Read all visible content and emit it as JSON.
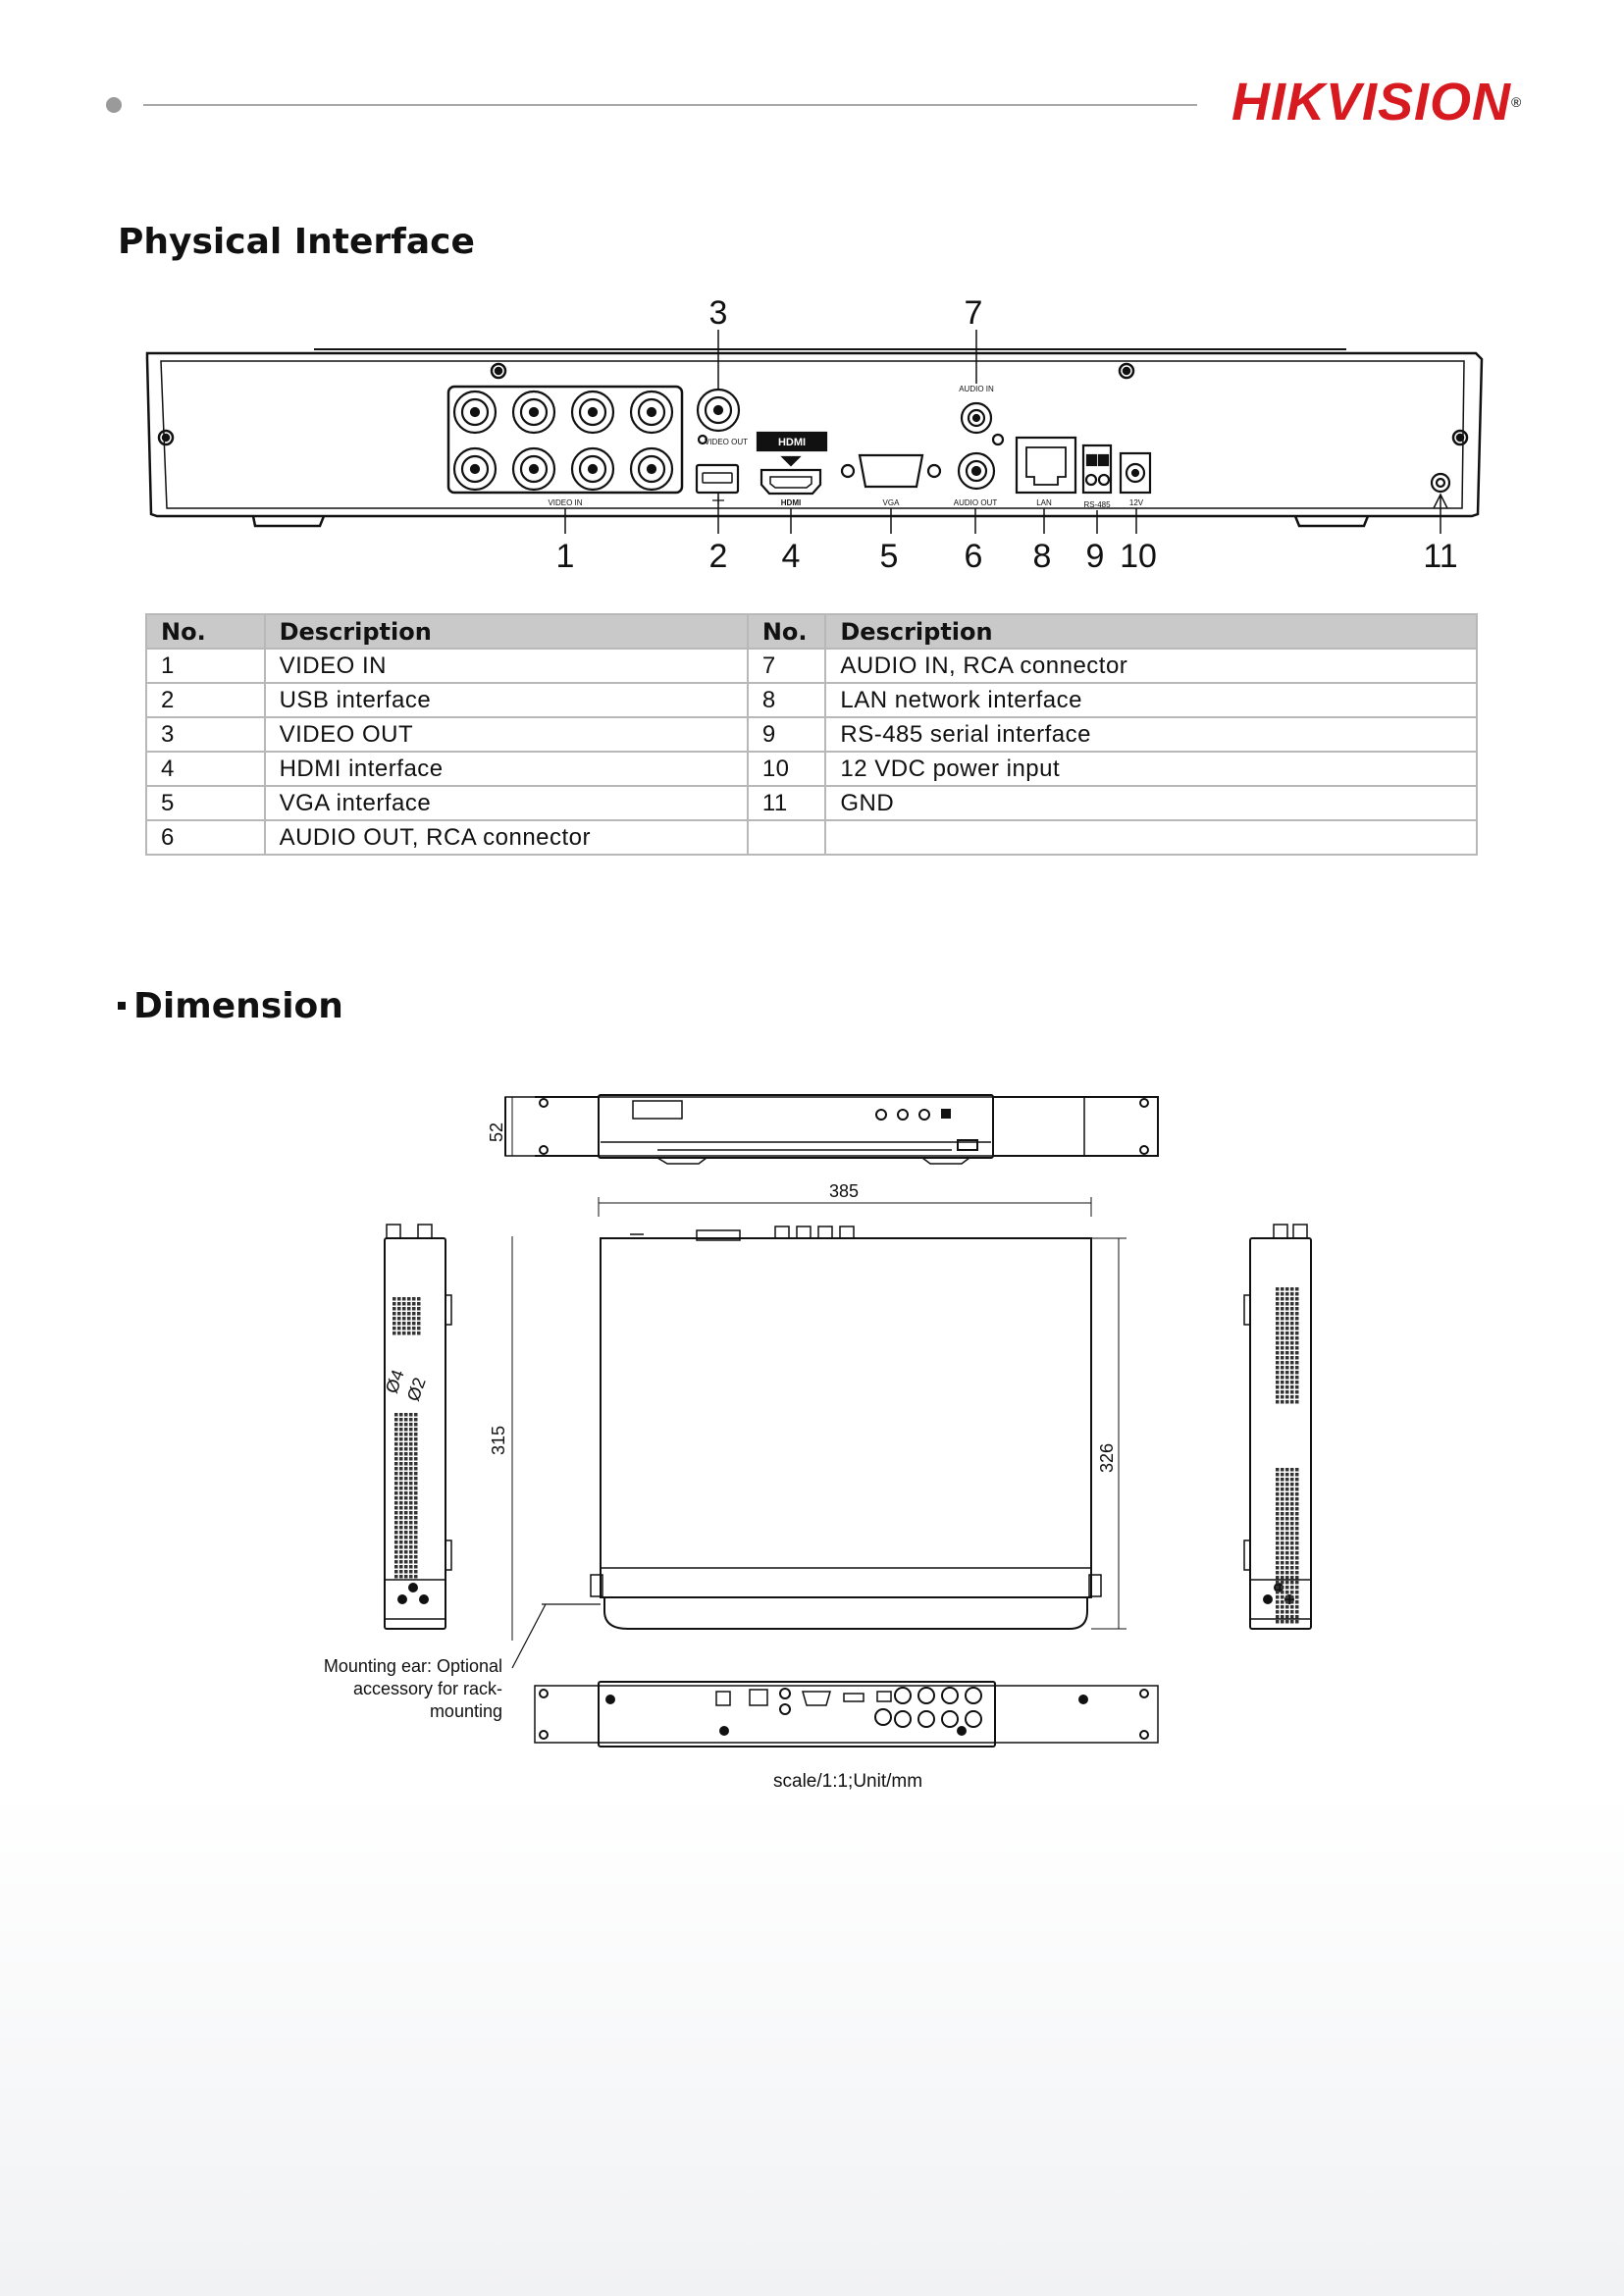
{
  "brand": {
    "logo_text": "HIKVISION"
  },
  "sections": {
    "physical_interface": "Physical Interface",
    "dimension": "Dimension"
  },
  "rear_panel": {
    "callouts": [
      "1",
      "2",
      "3",
      "4",
      "5",
      "6",
      "7",
      "8",
      "9",
      "10",
      "11"
    ],
    "port_labels": {
      "video_in": "VIDEO IN",
      "video_out": "VIDEO OUT",
      "usb_glyph": "usb-icon",
      "hdmi_logo": "HDMI",
      "hdmi_port": "HDMI",
      "vga": "VGA",
      "audio_in": "AUDIO IN",
      "audio_out": "AUDIO OUT",
      "lan": "LAN",
      "rs485": "RS-485",
      "power": "12V"
    }
  },
  "table": {
    "headers": [
      "No.",
      "Description",
      "No.",
      "Description"
    ],
    "rows": [
      [
        "1",
        "VIDEO IN",
        "7",
        "AUDIO IN, RCA connector"
      ],
      [
        "2",
        "USB interface",
        "8",
        "LAN network interface"
      ],
      [
        "3",
        "VIDEO OUT",
        "9",
        "RS-485 serial interface"
      ],
      [
        "4",
        "HDMI interface",
        "10",
        "12 VDC power input"
      ],
      [
        "5",
        "VGA interface",
        "11",
        "GND"
      ],
      [
        "6",
        "AUDIO OUT, RCA connector",
        "",
        ""
      ]
    ]
  },
  "dimension": {
    "height": "52",
    "width": "385",
    "depth_inner": "315",
    "depth_outer": "326",
    "hole_large": "Ø4",
    "hole_small": "Ø2",
    "mounting_ear_note": "Mounting ear: Optional accessory for rack-mounting",
    "scale_note": "scale/1:1;Unit/mm"
  }
}
